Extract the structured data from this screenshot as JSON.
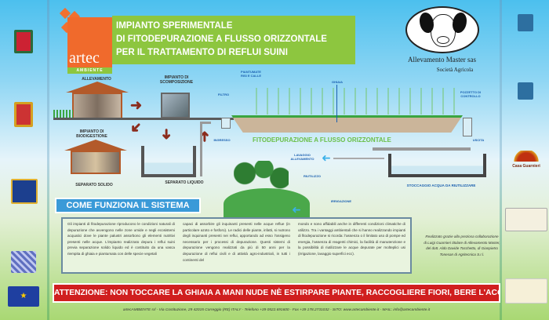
{
  "header": {
    "title_lines": [
      "IMPIANTO SPERIMENTALE",
      "DI FITODEPURAZIONE A FLUSSO ORIZZONTALE",
      "PER IL TRATTAMENTO DI REFLUI SUINI"
    ],
    "artec_logo": {
      "name": "artec",
      "sub": "AMBIENTE"
    },
    "partner": {
      "name": "Allevamento Master sas",
      "sub": "Società Agricola"
    }
  },
  "diagram": {
    "allevamento": "ALLEVAMENTO",
    "scomposizione": "IMPIANTO DI SCOMPOSIZIONE",
    "biodigestione": "IMPIANTO DI BIODIGESTIONE",
    "separato_solido": "SEPARATO SOLIDO",
    "separato_liquido": "SEPARATO LIQUIDO",
    "filtro": "FILTRO",
    "piantumate": "PIANTUMATE RISI E CALLE",
    "ghiaia": "GHIAIA",
    "pozzetto": "POZZETTO DI CONTROLLO",
    "ingresso": "INGRESSO",
    "uscita": "USCITA",
    "fito_title": "FITODEPURAZIONE A FLUSSO ORIZZONTALE",
    "lavaggio": "LAVAGGIO ALLEVAMENTO",
    "riutilizzo": "RIUTILIZZO",
    "irrigazione": "IRRIGAZIONE",
    "stoccaggio": "STOCCAGGIO ACQUA DA RIUTILIZZARE"
  },
  "how": {
    "heading": "COME FUNZIONA IL SISTEMA",
    "columns": [
      "Gli impianti di fitodepurazione riproducono le condizioni naturali di depurazione che avvengono nelle zone umide e negli ecosistemi acquatici dove le piante palustri assorbono gli elementi nutritivi presenti nelle acque. L'impianto realizzato depura i reflui suini previa separazione solido liquido ed è costituito da una vasca riempita di ghiaia e piantumata con delle specie vegetali",
      "capaci di assorbire gli inquinanti presenti nelle acque reflue (in particolare azoto e fosforo). Le radici delle piante, infatti, si nutrono degli inquinanti presenti nei reflui, apportando ad esso l'ossigeno necessario per i processi di depurazione. Questi sistemi di depurazione vengono realizzati da più di 50 anni per la depurazione di reflui civili e di attività agro-industriali, in tutti i continenti del",
      "mondo e sono affidabili anche in differenti condizioni climatiche di utilizzo. Tra i vantaggi ambientali che si hanno realizzando impianti di fitodepurazione si ricorda: l'assenza o il limitato uso di pompe ed energia, l'assenza di reagenti chimici, la facilità di manutenzione e la possibilità di riutilizzare le acque depurate per molteplici usi (irrigazione, lavaggio superfici ecc)."
    ]
  },
  "credits": "Realizzato grazie alla preziosa collaborazione di Luigi Guarnieri titolare di Allevamento Master, del dott. Aldo Davide Tocchetto, di Gianpietro Tonesan di Agritecnica S.r.l.",
  "warning": "ATTENZIONE: NON TOCCARE LA GHIAIA A MANI NUDE NÈ ESTIRPARE PIANTE, RACCOGLIERE FIORI, BERE L'ACQUA",
  "footer": "artecAMBIENTE srl - Via Costituzione, 29 42015 Correggio (RE) ITALY - Telefono +39 0522.691600 - Fax +39 178.2731032 - SITO: www.artecambiente.it - MAIL: info@artecambiente.it",
  "right_logos": {
    "casa": "Casa Guarnieri"
  }
}
